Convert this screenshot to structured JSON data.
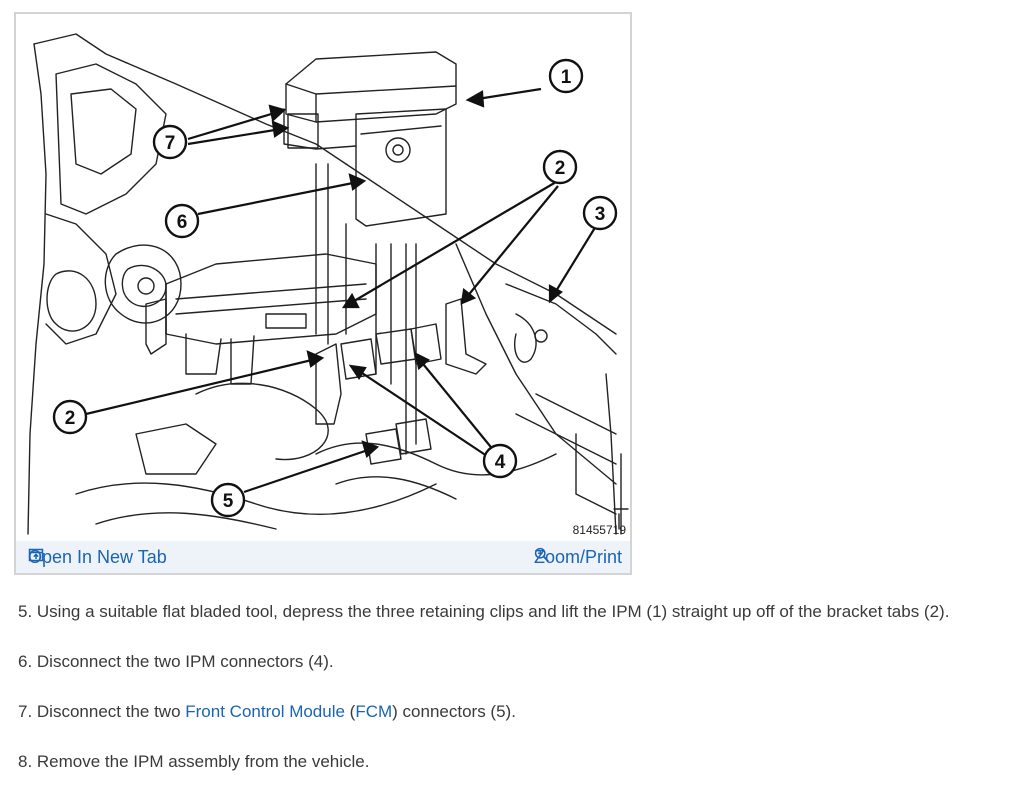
{
  "figure": {
    "id_code": "81455719",
    "callouts": [
      "1",
      "2",
      "3",
      "4",
      "5",
      "6",
      "7"
    ],
    "toolbar": {
      "open_label": "Open In New Tab",
      "zoom_label": "Zoom/Print"
    }
  },
  "steps": [
    {
      "text": "5. Using a suitable flat bladed tool, depress the three retaining clips and lift the IPM (1) straight up off of the bracket tabs (2)."
    },
    {
      "text": "6. Disconnect the two IPM connectors (4)."
    },
    {
      "prefix": "7. Disconnect the two ",
      "link1": "Front Control Module",
      "mid": " (",
      "link2": "FCM",
      "suffix": ") connectors (5)."
    },
    {
      "text": "8. Remove the IPM assembly from the vehicle."
    }
  ]
}
